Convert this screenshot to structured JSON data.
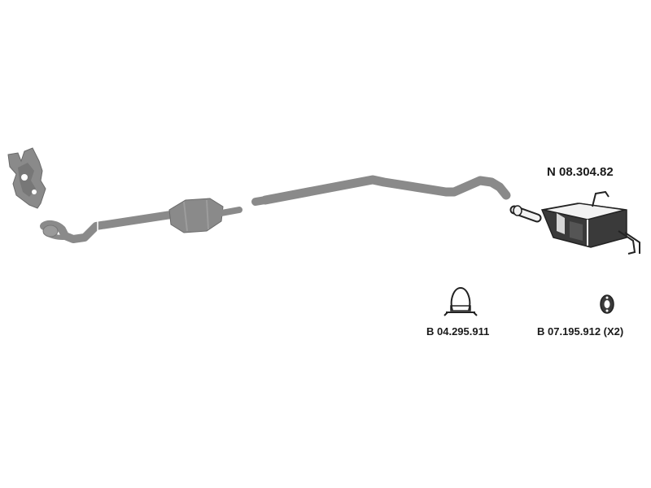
{
  "parts": {
    "main_part_number": "N 08.304.82",
    "clamp_part_number": "B 04.295.911",
    "ring_part_number": "B 07.195.912 (X2)"
  },
  "colors": {
    "pipe_gray": "#8a8a8a",
    "pipe_dark": "#5f5f5f",
    "outline": "#222222",
    "muffler_dark": "#3a3a3a",
    "muffler_light": "#f2f2f2"
  }
}
